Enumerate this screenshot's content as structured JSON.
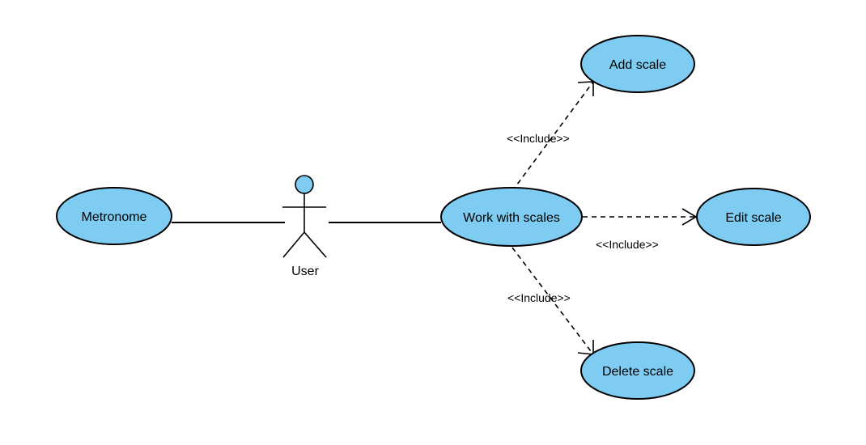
{
  "colors": {
    "use_case_fill": "#7FCCF2",
    "outline": "#000000",
    "background": "#FFFFFF"
  },
  "actor": {
    "name": "User"
  },
  "use_cases": {
    "metronome": "Metronome",
    "work_with_scales": "Work with scales",
    "add_scale": "Add scale",
    "edit_scale": "Edit scale",
    "delete_scale": "Delete scale"
  },
  "relations": {
    "include_add": "<<Include>>",
    "include_edit": "<<Include>>",
    "include_delete": "<<Include>>"
  }
}
